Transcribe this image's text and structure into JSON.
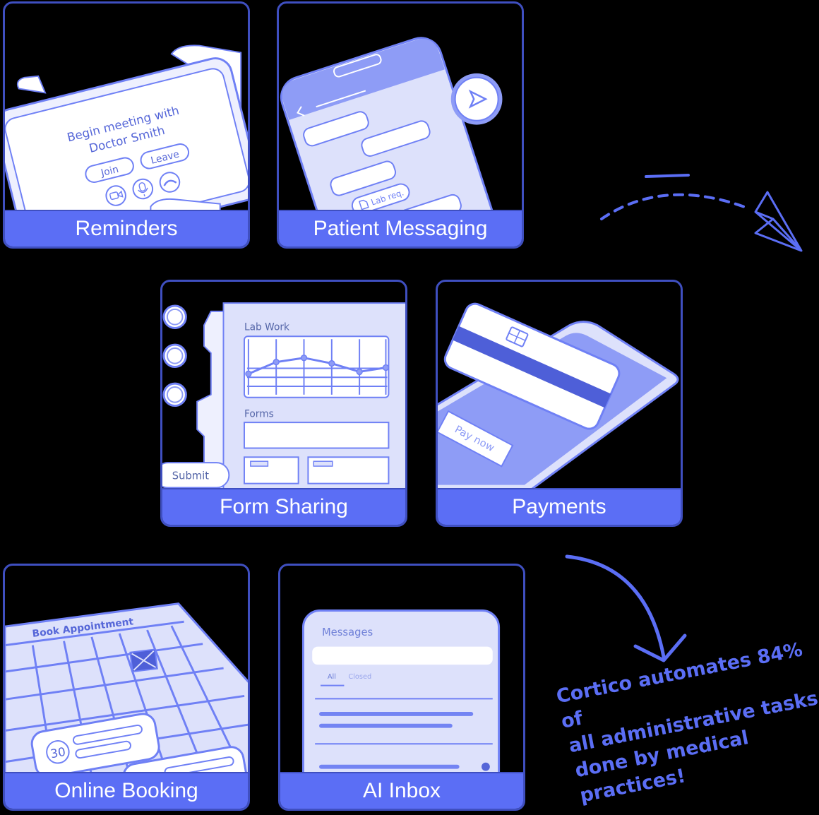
{
  "colors": {
    "accent": "#5b6ef5",
    "border": "#3f4fc0",
    "lavender": "#dde1fb",
    "background": "#000000"
  },
  "cards": [
    {
      "label": "Reminders",
      "illustration": {
        "message_line1": "Begin meeting with",
        "message_line2": "Doctor Smith",
        "join_button": "Join",
        "leave_button": "Leave",
        "icons": [
          "video-camera-icon",
          "microphone-icon",
          "hang-up-icon"
        ]
      }
    },
    {
      "label": "Patient Messaging",
      "illustration": {
        "attachment_chip": "Lab req.",
        "icons": [
          "back-chevron-icon",
          "send-icon",
          "document-icon"
        ]
      }
    },
    {
      "label": "Form Sharing",
      "illustration": {
        "section1_title": "Lab Work",
        "section2_title": "Forms",
        "submit_button": "Submit",
        "chart_points": [
          30,
          47,
          54,
          44,
          34,
          40
        ]
      }
    },
    {
      "label": "Payments",
      "illustration": {
        "pay_button": "Pay now"
      }
    },
    {
      "label": "Online Booking",
      "illustration": {
        "calendar_title": "Book Appointment",
        "date_badge": "30"
      }
    },
    {
      "label": "AI Inbox",
      "illustration": {
        "title": "Messages",
        "tab_all": "All",
        "tab_closed": "Closed"
      }
    }
  ],
  "tagline": {
    "line1": "Cortico automates 84% of",
    "line2": "all administrative tasks",
    "line3": "done by medical practices!"
  }
}
